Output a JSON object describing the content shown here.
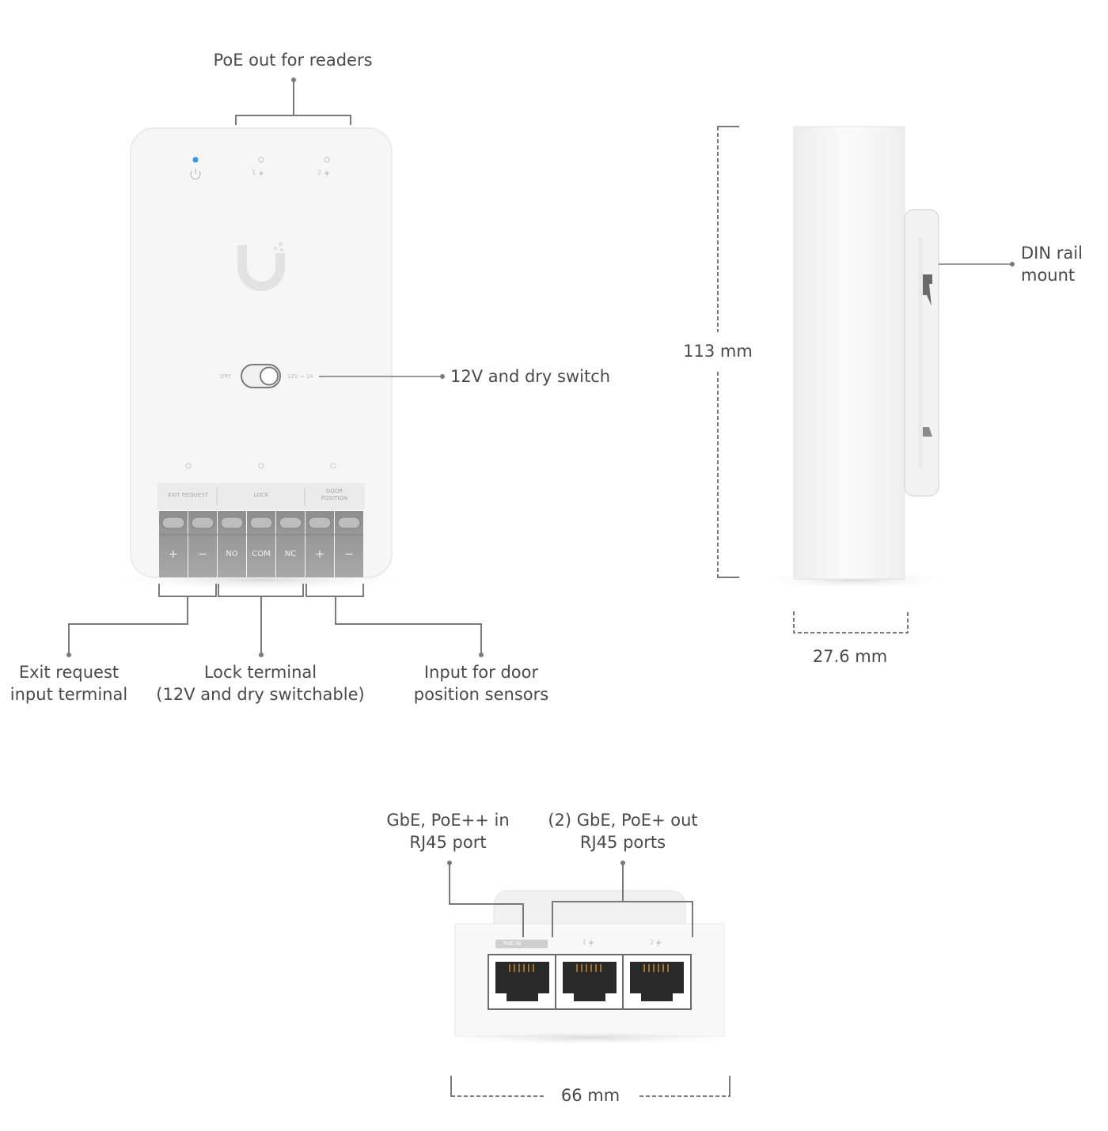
{
  "front_view": {
    "callout_poe_out": "PoE out for readers",
    "callout_switch": "12V and dry switch",
    "callout_exit": [
      "Exit request",
      "input terminal"
    ],
    "callout_lock": [
      "Lock terminal",
      "(12V and dry switchable)"
    ],
    "callout_door": [
      "Input for door",
      "position sensors"
    ],
    "port_label_1": "1",
    "port_label_2": "2",
    "switch_left": "DRY",
    "switch_right": "12V ⎓ 1A",
    "terminal_group_exit": "EXIT REQUEST",
    "terminal_group_lock": "LOCK",
    "terminal_group_door": [
      "DOOR",
      "POSITION"
    ],
    "terminals": [
      "+",
      "−",
      "NO",
      "COM",
      "NC",
      "+",
      "−"
    ]
  },
  "side_view": {
    "height_dim": "113 mm",
    "depth_dim": "27.6 mm",
    "callout_din": [
      "DIN rail",
      "mount"
    ]
  },
  "bottom_view": {
    "callout_in": [
      "GbE, PoE++ in",
      "RJ45 port"
    ],
    "callout_out": [
      "(2) GbE, PoE+ out",
      "RJ45 ports"
    ],
    "width_dim": "66 mm",
    "port_label_in": "PoE IN",
    "port_label_1": "1",
    "port_label_2": "2"
  },
  "colors": {
    "led_active": "#2b9be8",
    "leader": "#7a7a7a",
    "text": "#4a4a4a"
  }
}
